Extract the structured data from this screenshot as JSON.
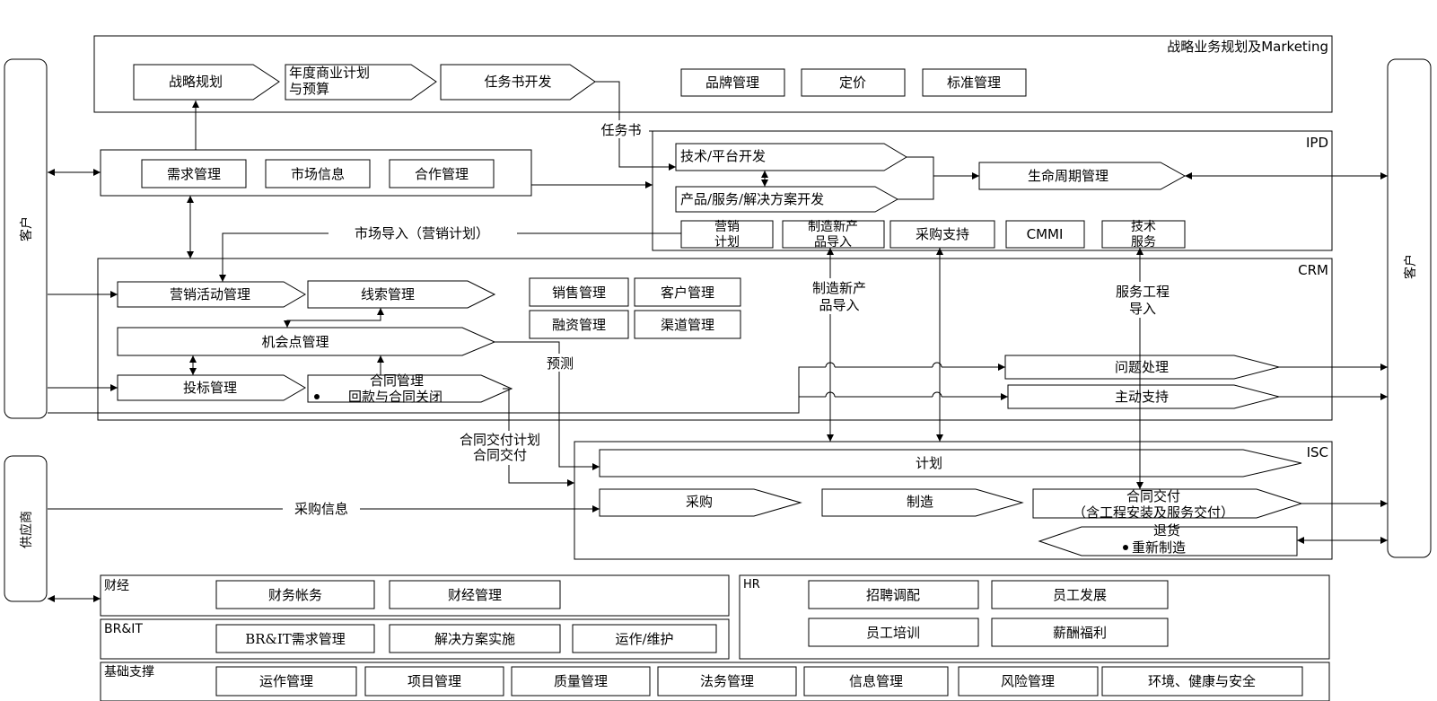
{
  "sides": {
    "customer_left": "客户",
    "customer_right": "客户",
    "supplier": "供应商"
  },
  "strategy": {
    "title": "战略业务规划及Marketing",
    "steps": [
      "战略规划",
      "年度商业计划",
      "与预算",
      "任务书开发"
    ],
    "boxes": [
      "品牌管理",
      "定价",
      "标准管理"
    ]
  },
  "demand": {
    "boxes": [
      "需求管理",
      "市场信息",
      "合作管理"
    ]
  },
  "ipd": {
    "title": "IPD",
    "dev": [
      "技术/平台开发",
      "产品/服务/解决方案开发"
    ],
    "lifecycle": "生命周期管理",
    "bottom": [
      "营销",
      "计划",
      "制造新产",
      "品导入",
      "采购支持",
      "CMMI",
      "技术",
      "服务"
    ]
  },
  "crm": {
    "title": "CRM",
    "left": [
      "营销活动管理",
      "线索管理",
      "机会点管理",
      "投标管理",
      "合同管理",
      "回款与合同关闭"
    ],
    "right": [
      "销售管理",
      "客户管理",
      "融资管理",
      "渠道管理"
    ],
    "service": [
      "问题处理",
      "主动支持"
    ]
  },
  "isc": {
    "title": "ISC",
    "plan": "计划",
    "steps": [
      "采购",
      "制造",
      "合同交付",
      "（含工程安装及服务交付）"
    ],
    "return": [
      "退货",
      "重新制造"
    ]
  },
  "labels": {
    "task_book": "任务书",
    "market_import": "市场导入（营销计划）",
    "new_product_import": [
      "制造新产",
      "品导入"
    ],
    "service_eng": [
      "服务工程",
      "导入"
    ],
    "forecast": "预测",
    "contract_delivery": [
      "合同交付计划",
      "合同交付"
    ],
    "purchase_info": "采购信息"
  },
  "finance": {
    "title": "财经",
    "items": [
      "财务帐务",
      "财经管理"
    ]
  },
  "brit": {
    "title": "BR&IT",
    "items": [
      "BR&IT需求管理",
      "解决方案实施",
      "运作/维护"
    ]
  },
  "hr": {
    "title": "HR",
    "items": [
      "招聘调配",
      "员工发展",
      "员工培训",
      "薪酬福利"
    ]
  },
  "infra": {
    "title": "基础支撑",
    "items": [
      "运作管理",
      "项目管理",
      "质量管理",
      "法务管理",
      "信息管理",
      "风险管理",
      "环境、健康与安全"
    ]
  }
}
